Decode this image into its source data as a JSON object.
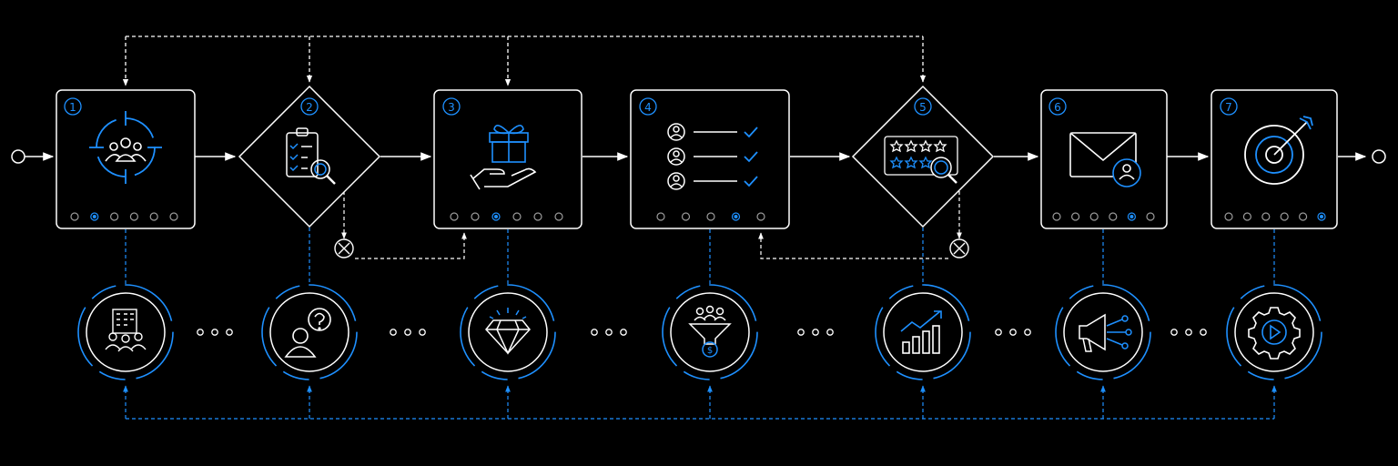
{
  "colors": {
    "background": "#000000",
    "line": "#ffffff",
    "accent": "#1e90ff",
    "accent_dim": "#1565c0"
  },
  "steps": [
    {
      "number": "1",
      "shape": "box",
      "icon": "target-group-icon",
      "active_dot": 1
    },
    {
      "number": "2",
      "shape": "diamond",
      "icon": "clipboard-magnifier-icon",
      "active_dot": null
    },
    {
      "number": "3",
      "shape": "box",
      "icon": "gift-hand-icon",
      "active_dot": 2
    },
    {
      "number": "4",
      "shape": "box",
      "icon": "user-checklist-icon",
      "active_dot": 3
    },
    {
      "number": "5",
      "shape": "diamond",
      "icon": "rating-review-icon",
      "active_dot": null
    },
    {
      "number": "6",
      "shape": "box",
      "icon": "email-user-icon",
      "active_dot": 4
    },
    {
      "number": "7",
      "shape": "box",
      "icon": "bullseye-arrow-icon",
      "active_dot": 5
    }
  ],
  "bottom_icons": [
    "team-building-icon",
    "user-question-icon",
    "diamond-icon",
    "sales-funnel-icon",
    "growth-chart-icon",
    "megaphone-network-icon",
    "gear-play-icon"
  ],
  "reject_markers": [
    "reject-x-icon",
    "reject-x-icon"
  ]
}
